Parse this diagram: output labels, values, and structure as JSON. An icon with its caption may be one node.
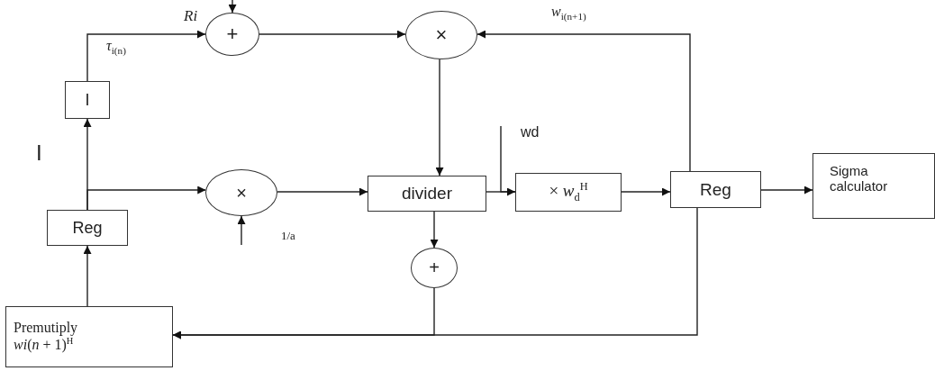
{
  "diagram": {
    "nodes": [
      {
        "text": [
          "I"
        ]
      },
      {
        "text": [
          "+"
        ]
      },
      {
        "text": [
          "×"
        ]
      },
      {
        "text": [
          "Reg"
        ]
      },
      {
        "text": [
          "×"
        ]
      },
      {
        "text": [
          "divider"
        ]
      },
      {
        "text": [
          "× *w*$_{d}$$^{H}$"
        ]
      },
      {
        "text": [
          "Reg"
        ]
      },
      {
        "text": [
          "Sigma calculator"
        ]
      },
      {
        "text": [
          "+"
        ]
      },
      {
        "text": [
          "Premutiply",
          "*wi*(*n* + 1)$^{H}$"
        ]
      }
    ],
    "edges": [
      {
        "from": 0,
        "to": 1,
        "arrow": "to",
        "label": "*τ*$_{i(n)}$"
      },
      {
        "from": null,
        "to": 1,
        "arrow": "to"
      },
      {
        "from": 1,
        "to": 2,
        "arrow": "to"
      },
      {
        "from": 7,
        "to": 2,
        "arrow": "to",
        "label": "*w*$_{i(n+1)}$"
      },
      {
        "from": 2,
        "to": 5,
        "arrow": "to"
      },
      {
        "from": 3,
        "to": 0,
        "arrow": "to"
      },
      {
        "from": 3,
        "to": 4,
        "arrow": "to"
      },
      {
        "from": null,
        "to": 4,
        "arrow": "to"
      },
      {
        "from": 4,
        "to": 5,
        "arrow": "to"
      },
      {
        "from": 5,
        "to": 6,
        "arrow": "none"
      },
      {
        "from": null,
        "to": 6,
        "arrow": "to"
      },
      {
        "from": 6,
        "to": 7,
        "arrow": "to"
      },
      {
        "from": 7,
        "to": 8,
        "arrow": "to"
      },
      {
        "from": 5,
        "to": 9,
        "arrow": "to"
      },
      {
        "from": 9,
        "to": 10,
        "arrow": "to"
      },
      {
        "from": 7,
        "to": 10,
        "arrow": "to"
      },
      {
        "from": 10,
        "to": 3,
        "arrow": "to"
      }
    ],
    "labels": [
      "*Ri*",
      "I",
      "1/a",
      "wd"
    ]
  }
}
